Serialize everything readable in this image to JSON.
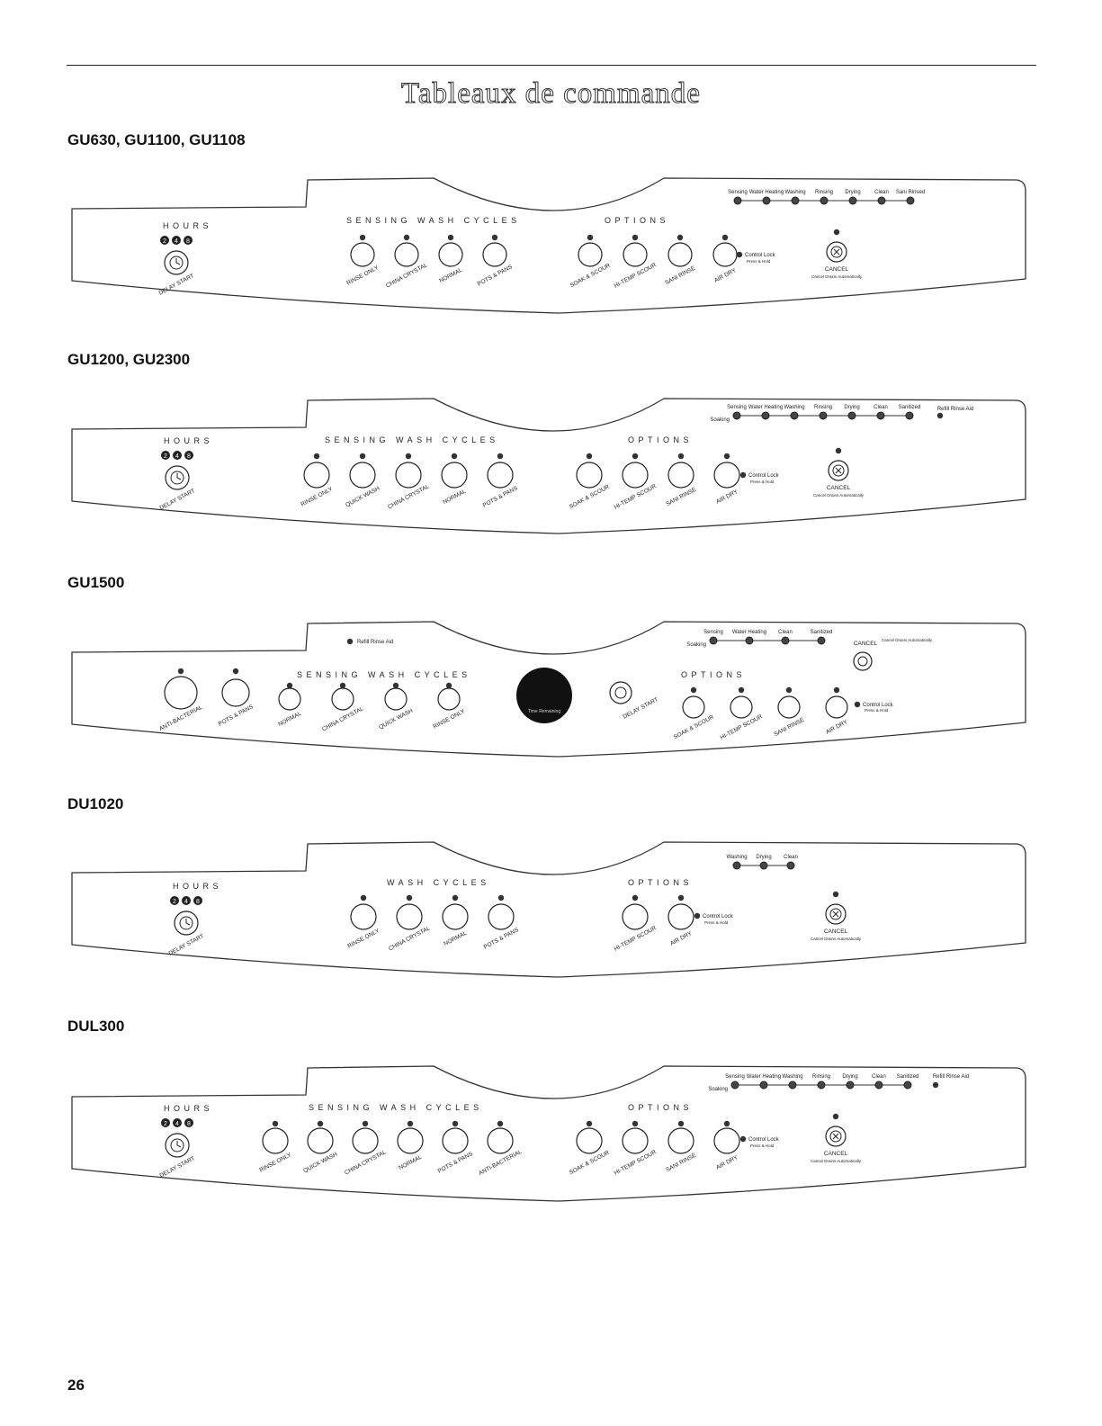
{
  "title": "Tableaux de commande",
  "page_number": "26",
  "panels": [
    {
      "model": "GU630, GU1100, GU1108",
      "hours": {
        "label": "HOURS",
        "digits": [
          "2",
          "4",
          "8"
        ],
        "button": "DELAY START"
      },
      "cycles_header": "SENSING WASH CYCLES",
      "cycles": [
        "RINSE ONLY",
        "CHINA CRYSTAL",
        "NORMAL",
        "POTS & PANS"
      ],
      "options_header": "OPTIONS",
      "options": [
        "SOAK & SCOUR",
        "HI-TEMP SCOUR",
        "SANI RINSE",
        "AIR DRY"
      ],
      "control_lock": {
        "label": "Control Lock",
        "sub": "Press & Hold"
      },
      "cancel": {
        "label": "CANCEL",
        "sub": "Cancel Drains Automatically"
      },
      "status_prefix": "",
      "status": [
        "Sensing",
        "Water Heating",
        "Washing",
        "Rinsing",
        "Drying",
        "Clean",
        "Sani Rinsed"
      ]
    },
    {
      "model": "GU1200, GU2300",
      "hours": {
        "label": "HOURS",
        "digits": [
          "2",
          "4",
          "8"
        ],
        "button": "DELAY START"
      },
      "cycles_header": "SENSING WASH CYCLES",
      "cycles": [
        "RINSE ONLY",
        "QUICK WASH",
        "CHINA CRYSTAL",
        "NORMAL",
        "POTS & PANS"
      ],
      "options_header": "OPTIONS",
      "options": [
        "SOAK & SCOUR",
        "HI-TEMP SCOUR",
        "SANI RINSE",
        "AIR DRY"
      ],
      "control_lock": {
        "label": "Control Lock",
        "sub": "Press & Hold"
      },
      "cancel": {
        "label": "CANCEL",
        "sub": "Cancel Drains Automatically"
      },
      "status_prefix": "Soaking",
      "status": [
        "Sensing",
        "Water Heating",
        "Washing",
        "Rinsing",
        "Drying",
        "Clean",
        "Sanitized"
      ],
      "refill": "Refill Rinse Aid"
    },
    {
      "model": "GU1500",
      "refill": "Refill Rinse Aid",
      "left_buttons": [
        "ANTI-BACTERIAL",
        "POTS & PANS"
      ],
      "cycles_header": "SENSING WASH CYCLES",
      "cycles": [
        "NORMAL",
        "CHINA CRYSTAL",
        "QUICK WASH",
        "RINSE ONLY"
      ],
      "display_label": "Time Remaining",
      "delay_button": "DELAY START",
      "options_header": "OPTIONS",
      "options": [
        "SOAK & SCOUR",
        "HI-TEMP SCOUR",
        "SANI RINSE",
        "AIR DRY"
      ],
      "control_lock": {
        "label": "Control Lock",
        "sub": "Press & Hold"
      },
      "cancel": {
        "label": "CANCEL",
        "sub": "Cancel Drains Automatically"
      },
      "status_prefix": "Soaking",
      "status": [
        "Sensing",
        "Water Heating",
        "Clean",
        "Sanitized"
      ]
    },
    {
      "model": "DU1020",
      "hours": {
        "label": "HOURS",
        "digits": [
          "2",
          "4",
          "8"
        ],
        "button": "DELAY START"
      },
      "cycles_header": "WASH CYCLES",
      "cycles": [
        "RINSE ONLY",
        "CHINA CRYSTAL",
        "NORMAL",
        "POTS & PANS"
      ],
      "options_header": "OPTIONS",
      "options": [
        "HI-TEMP SCOUR",
        "AIR DRY"
      ],
      "control_lock": {
        "label": "Control Lock",
        "sub": "Press & Hold"
      },
      "cancel": {
        "label": "CANCEL",
        "sub": "Cancel Drains Automatically"
      },
      "status_prefix": "",
      "status": [
        "Washing",
        "Drying",
        "Clean"
      ]
    },
    {
      "model": "DUL300",
      "hours": {
        "label": "HOURS",
        "digits": [
          "2",
          "4",
          "8"
        ],
        "button": "DELAY START"
      },
      "cycles_header": "SENSING WASH CYCLES",
      "cycles": [
        "RINSE ONLY",
        "QUICK WASH",
        "CHINA CRYSTAL",
        "NORMAL",
        "POTS & PANS",
        "ANTI-BACTERIAL"
      ],
      "options_header": "OPTIONS",
      "options": [
        "SOAK & SCOUR",
        "HI-TEMP SCOUR",
        "SANI RINSE",
        "AIR DRY"
      ],
      "control_lock": {
        "label": "Control Lock",
        "sub": "Press & Hold"
      },
      "cancel": {
        "label": "CANCEL",
        "sub": "Cancel Drains Automatically"
      },
      "status_prefix": "Soaking",
      "status": [
        "Sensing",
        "Water Heating",
        "Washing",
        "Rinsing",
        "Drying",
        "Clean",
        "Sanitized"
      ],
      "refill": "Refill Rinse Aid"
    }
  ]
}
